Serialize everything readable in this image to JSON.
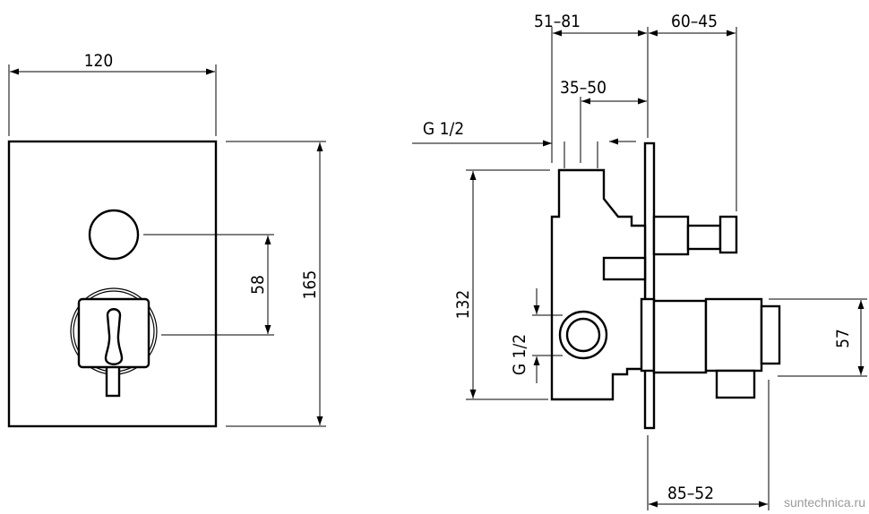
{
  "front_view": {
    "width_label": "120",
    "height_label": "165",
    "spacing_label": "58"
  },
  "side_view": {
    "dim_top_left": "51–81",
    "dim_top_right": "60–45",
    "dim_mid": "35–50",
    "thread_top": "G 1/2",
    "height_label": "132",
    "thread_side": "G 1/2",
    "dim_right": "57",
    "dim_bottom": "85–52"
  },
  "watermark": "suntechnica.ru"
}
